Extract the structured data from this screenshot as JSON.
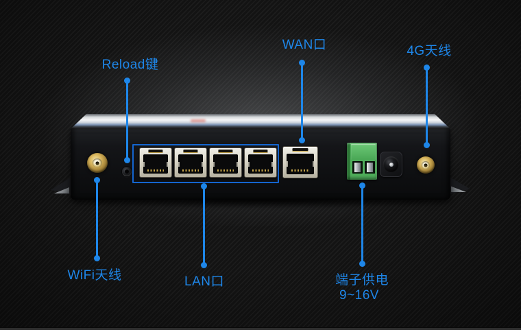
{
  "image": {
    "type": "product-annotation-diagram",
    "subject": "4G industrial router rear panel with labeled ports"
  },
  "callouts": {
    "reload": {
      "label": "Reload键"
    },
    "wan": {
      "label": "WAN口"
    },
    "antenna4g": {
      "label": "4G天线"
    },
    "wifi": {
      "label": "WiFi天线"
    },
    "lan": {
      "label": "LAN口"
    },
    "power": {
      "label": "端子供电",
      "sublabel": "9~16V"
    }
  },
  "device": {
    "lan_port_count": 4,
    "wan_port_count": 1,
    "parts": [
      "wifi-antenna-connector",
      "reload-button",
      "lan-port-group",
      "wan-port",
      "power-terminal-block",
      "dc-power-jack",
      "4g-antenna-connector"
    ]
  },
  "colors": {
    "accent_blue": "#1e86e8",
    "lan_outline_blue": "#1465cf",
    "terminal_green": "#4fae5b",
    "antenna_gold": "#d8b55c",
    "port_bezel": "#d6d2c3",
    "background": "#131313"
  }
}
